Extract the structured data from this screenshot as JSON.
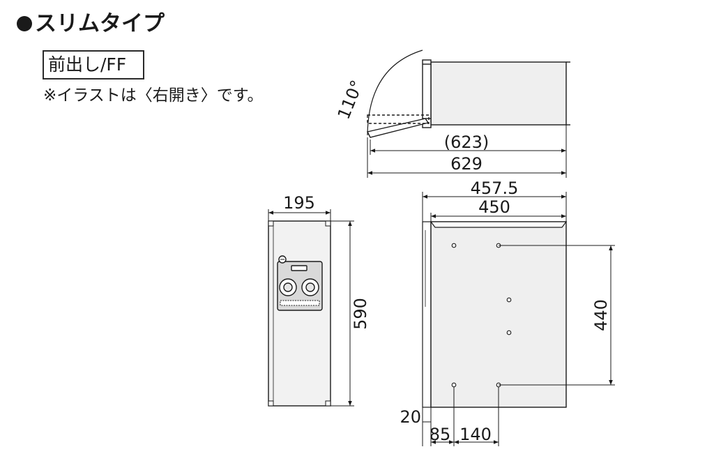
{
  "header": {
    "title": "スリムタイプ",
    "variant_label": "前出し/FF",
    "note": "※イラストは〈右開き〉です。"
  },
  "top_view": {
    "angle_label": "110°",
    "depth_inner_label": "(623)",
    "depth_outer_label": "629"
  },
  "side_view": {
    "width_label": "195",
    "height_label": "590"
  },
  "front_view": {
    "overall_width_label": "457.5",
    "body_width_label": "450",
    "hole_pitch_vertical_label": "440",
    "bottom_offset_label": "20",
    "hole_offset_label": "85",
    "hole_pitch_horizontal_label": "140"
  },
  "colors": {
    "line": "#1a1a1a",
    "body_fill": "#efefef",
    "panel_fill": "#d9d9d9"
  }
}
